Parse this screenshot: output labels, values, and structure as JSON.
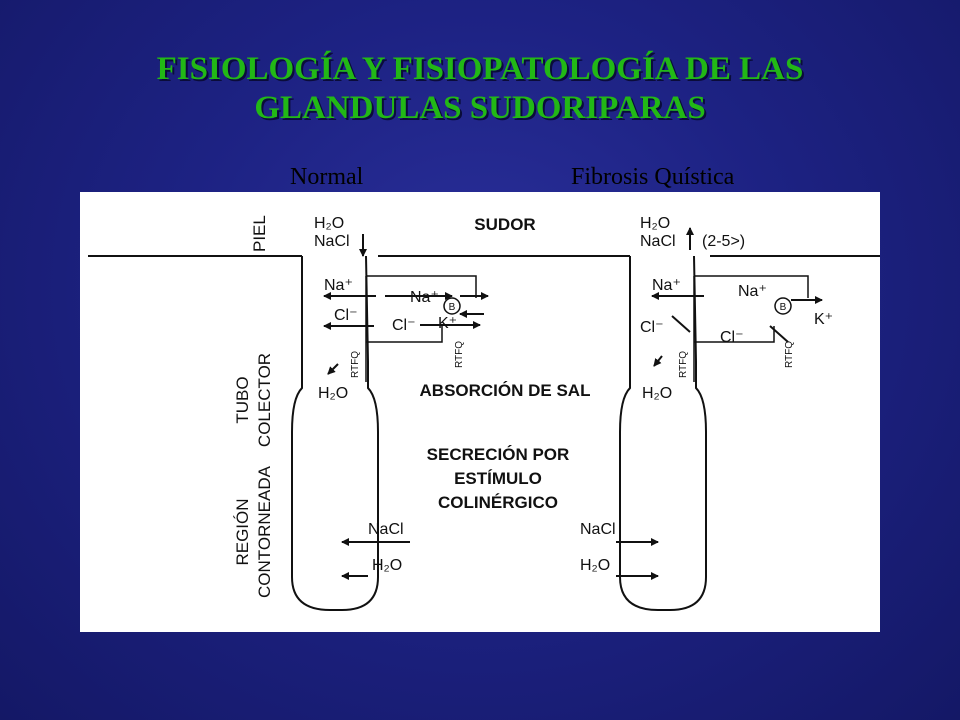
{
  "title": {
    "line1": "FISIOLOGÍA  Y FISIOPATOLOGÍA DE LAS",
    "line2": "GLANDULAS SUDORIPARAS"
  },
  "columns": {
    "normal": "Normal",
    "fq": "Fibrosis Quística"
  },
  "diagram": {
    "side_labels": {
      "piel": "PIEL",
      "tubo": "TUBO",
      "colector": "COLECTOR",
      "region": "REGIÓN",
      "contorneada": "CONTORNEADA"
    },
    "center": {
      "sudor": "SUDOR",
      "absorcion": "ABSORCIÓN DE SAL",
      "secrecion_1": "SECRECIÓN POR",
      "secrecion_2": "ESTÍMULO",
      "secrecion_3": "COLINÉRGICO"
    },
    "normal": {
      "h2o_top": "H₂O",
      "nacl_top": "NaCl",
      "na_left": "Na⁺",
      "na_right": "Na⁺",
      "b": "B",
      "cl_left": "Cl⁻",
      "cl_right": "Cl⁻",
      "k": "K⁺",
      "rtfq_a": "RTFQ",
      "rtfq_b": "RTFQ",
      "h2o_mid": "H₂O",
      "nacl_low": "NaCl",
      "h2o_low": "H₂O"
    },
    "fq": {
      "h2o_top": "H₂O",
      "nacl_top": "NaCl",
      "ratio": "(2-5>)",
      "na_left": "Na⁺",
      "na_right": "Na⁺",
      "b": "B",
      "k": "K⁺",
      "cl_left": "Cl⁻",
      "cl_right": "Cl⁻",
      "rtfq_a": "RTFQ",
      "rtfq_b": "RTFQ",
      "h2o_mid": "H₂O",
      "nacl_low": "NaCl",
      "h2o_low": "H₂O"
    }
  }
}
